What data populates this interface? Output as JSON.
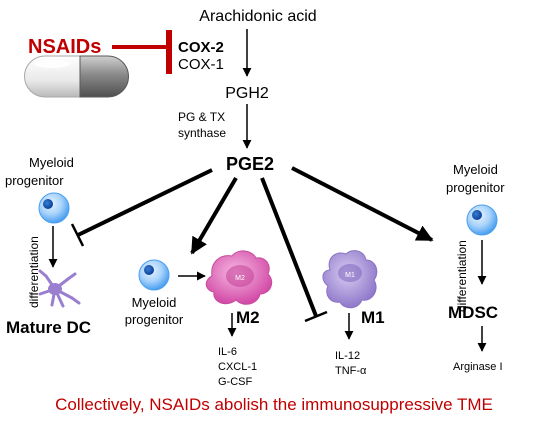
{
  "pathway": {
    "substrate": "Arachidonic acid",
    "enzyme_primary": "COX-2",
    "enzyme_secondary": "COX-1",
    "intermediate": "PGH2",
    "synthase_line1": "PG & TX",
    "synthase_line2": "synthase",
    "product": "PGE2"
  },
  "inhibitor": {
    "label": "NSAIDs"
  },
  "left_branch": {
    "source_line1": "Myeloid",
    "source_line2": "progenitor",
    "process": "differentiation",
    "outcome": "Mature DC"
  },
  "m2_branch": {
    "source_line1": "Myeloid",
    "source_line2": "progenitor",
    "cell_badge": "M2",
    "cell_name": "M2",
    "outputs": [
      "IL-6",
      "CXCL-1",
      "G-CSF"
    ]
  },
  "m1_branch": {
    "cell_badge": "M1",
    "cell_name": "M1",
    "outputs": [
      "IL-12",
      "TNF-α"
    ]
  },
  "right_branch": {
    "source_line1": "Myeloid",
    "source_line2": "progenitor",
    "process": "differentiation",
    "outcome": "MDSC",
    "output": "Arginase I"
  },
  "caption": "Collectively, NSAIDs abolish the immunosuppressive TME",
  "colors": {
    "inhibitor_red": "#c00000",
    "progenitor_blue": "#4a9ff0",
    "m2_pink": "#e065b8",
    "m1_purple": "#a58fd6",
    "dc_purple": "#9a7ed0"
  }
}
